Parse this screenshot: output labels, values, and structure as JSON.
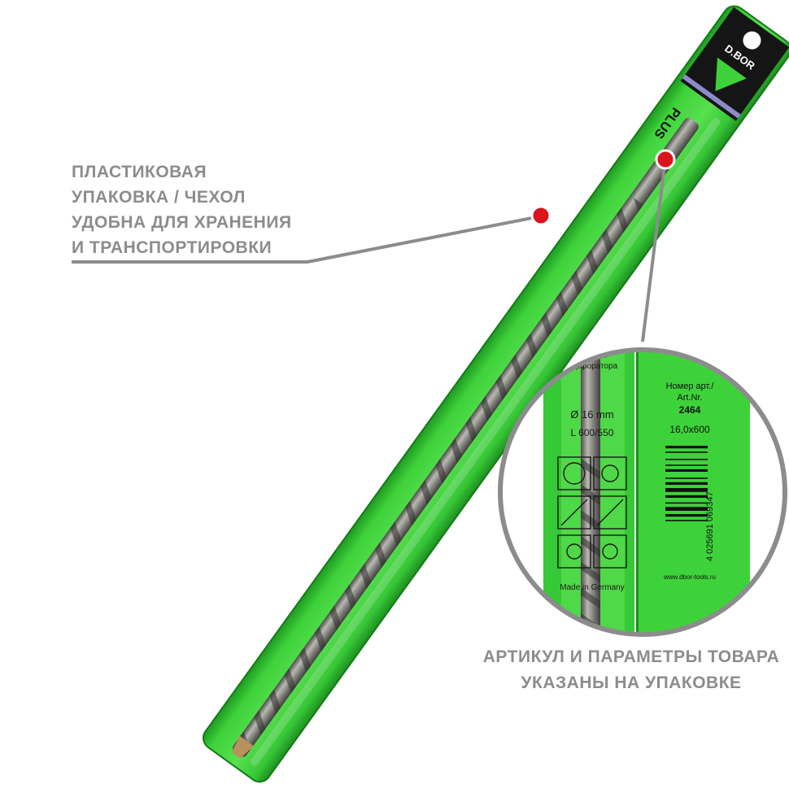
{
  "callouts": {
    "packaging": [
      "ПЛАСТИКОВАЯ",
      "УПАКОВКА / ЧЕХОЛ",
      "УДОБНА ДЛЯ ХРАНЕНИЯ",
      "И ТРАНСПОРТИРОВКИ"
    ],
    "article": [
      "АРТИКУЛ И ПАРАМЕТРЫ ТОВАРА",
      "УКАЗАНЫ НА УПАКОВКЕ"
    ]
  },
  "product": {
    "brand": "D.BOR",
    "series": "PLUS",
    "diameter": "Ø 16 mm",
    "length": "L 600/550",
    "desc_line1": "бур для",
    "desc_line2": "перфоратора",
    "article_label_1": "Номер арт./",
    "article_label_2": "Art.Nr.",
    "article_number": "2464",
    "size": "16,0x600",
    "barcode_number": "4 025691 069347",
    "made_in": "Made in Germany",
    "website": "www.dbor-tools.ru"
  },
  "colors": {
    "packaging_green": "#3ed23a",
    "packaging_dark_green": "#1f9a22",
    "callout_gray": "#8c8c8c",
    "marker_red": "#d8141c",
    "drill_steel": "#7a7a76"
  }
}
